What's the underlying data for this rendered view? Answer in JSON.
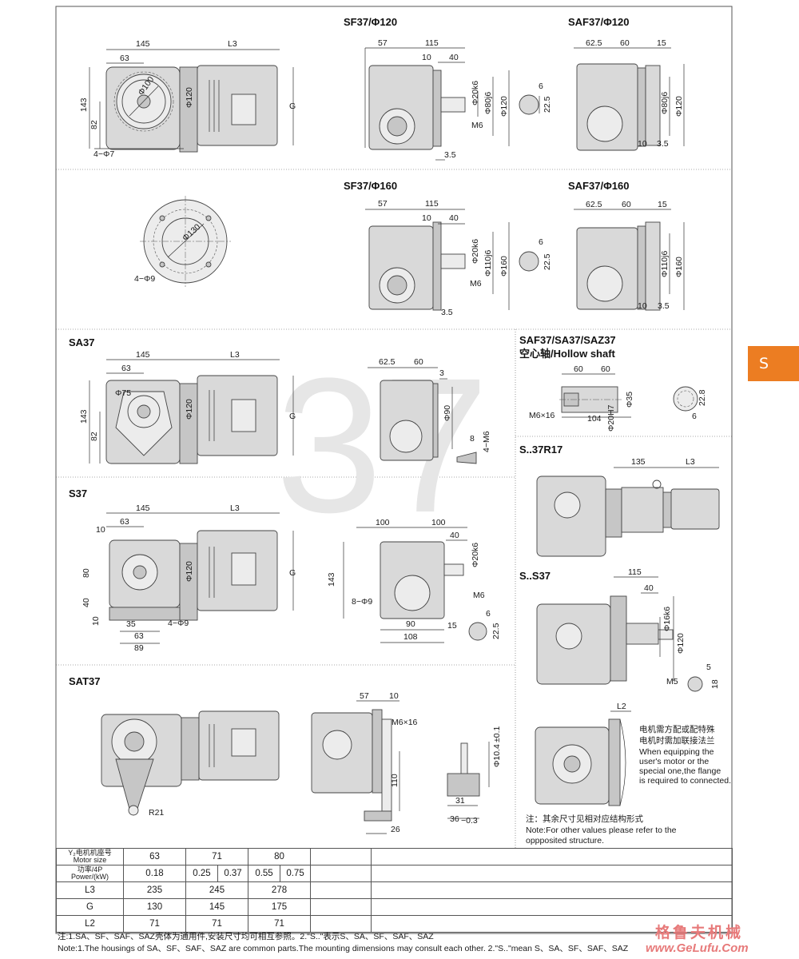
{
  "sections": {
    "sf37_120": "SF37/Φ120",
    "saf37_120": "SAF37/Φ120",
    "sf37_160": "SF37/Φ160",
    "saf37_160": "SAF37/Φ160",
    "sa37": "SA37",
    "hollow_line1": "SAF37/SA37/SAZ37",
    "hollow_line2": "空心轴/Hollow shaft",
    "s37": "S37",
    "s37r17": "S..37R17",
    "s_s37": "S..S37",
    "sat37": "SAT37"
  },
  "watermark_number": "37",
  "side_tab": "S",
  "dims": {
    "d145": "145",
    "d63": "63",
    "L3": "L3",
    "G": "G",
    "d143": "143",
    "d82": "82",
    "d100phi": "Φ100",
    "d120phi": "Φ120",
    "hole4phi7": "4−Φ7",
    "d57": "57",
    "d115": "115",
    "d10": "10",
    "d40": "40",
    "d6": "6",
    "d22_5": "22.5",
    "phi20k6": "Φ20k6",
    "phi80j6": "Φ80j6",
    "M6": "M6",
    "d3_5": "3.5",
    "d62_5": "62.5",
    "d60": "60",
    "d15": "15",
    "phi130": "Φ130",
    "hole4phi9": "4−Φ9",
    "phi110j6": "Φ110j6",
    "phi160": "Φ160",
    "phi75": "Φ75",
    "phi90": "Φ90",
    "d3": "3",
    "d8": "8",
    "m6_4": "4−M6",
    "phi35": "Φ35",
    "phi20h7": "Φ20H7",
    "d22_8": "22.8",
    "d104": "104",
    "m6x16": "M6×16",
    "d135": "135",
    "d80": "80",
    "d35": "35",
    "d89": "89",
    "d100": "100",
    "d90": "90",
    "d108": "108",
    "hole8phi9": "8−Φ9",
    "phi16k6": "Φ16k6",
    "M5": "M5",
    "d5": "5",
    "d18": "18",
    "L2": "L2",
    "R21": "R21",
    "d26": "26",
    "d110": "110",
    "phi10_4": "Φ10.4",
    "tol_phi10_4": "±0.1",
    "d31": "31",
    "d36": "36",
    "tol_36": "−0.3"
  },
  "note_flange": {
    "cn1": "电机需方配或配特殊",
    "cn2": "电机时需加联接法兰",
    "en1": "When equipping the",
    "en2": "user's motor or the",
    "en3": "special one,the flange",
    "en4": "is required to connected."
  },
  "note_other": {
    "cn": "注：其余尺寸见相对应结构形式",
    "en1": "Note:For other values please refer to the",
    "en2": "oppposited structure."
  },
  "table": {
    "motor_size_cn": "Y₂电机机座号",
    "motor_size_en": "Motor size",
    "power_cn": "功率/4P",
    "power_en": "Power/(kW)",
    "sizes": [
      "63",
      "71",
      "80"
    ],
    "powers": [
      "0.18",
      "0.25",
      "0.37",
      "0.55",
      "0.75"
    ],
    "rows": [
      {
        "label": "L3",
        "values": [
          "235",
          "245",
          "278"
        ]
      },
      {
        "label": "G",
        "values": [
          "130",
          "145",
          "175"
        ]
      },
      {
        "label": "L2",
        "values": [
          "71",
          "71",
          "71"
        ]
      }
    ]
  },
  "footnotes": {
    "cn": "注:1.SA、SF、SAF、SAZ壳体为通用件,安装尺寸均可相互参照。2.\"S..\"表示S、SA、SF、SAF、SAZ",
    "en": "Note:1.The housings of SA、SF、SAF、SAZ are common parts.The mounting dimensions may consult each other. 2.\"S..\"mean S、SA、SF、SAF、SAZ"
  },
  "brand": {
    "cn": "格鲁夫机械",
    "url": "www.GeLufu.Com"
  }
}
